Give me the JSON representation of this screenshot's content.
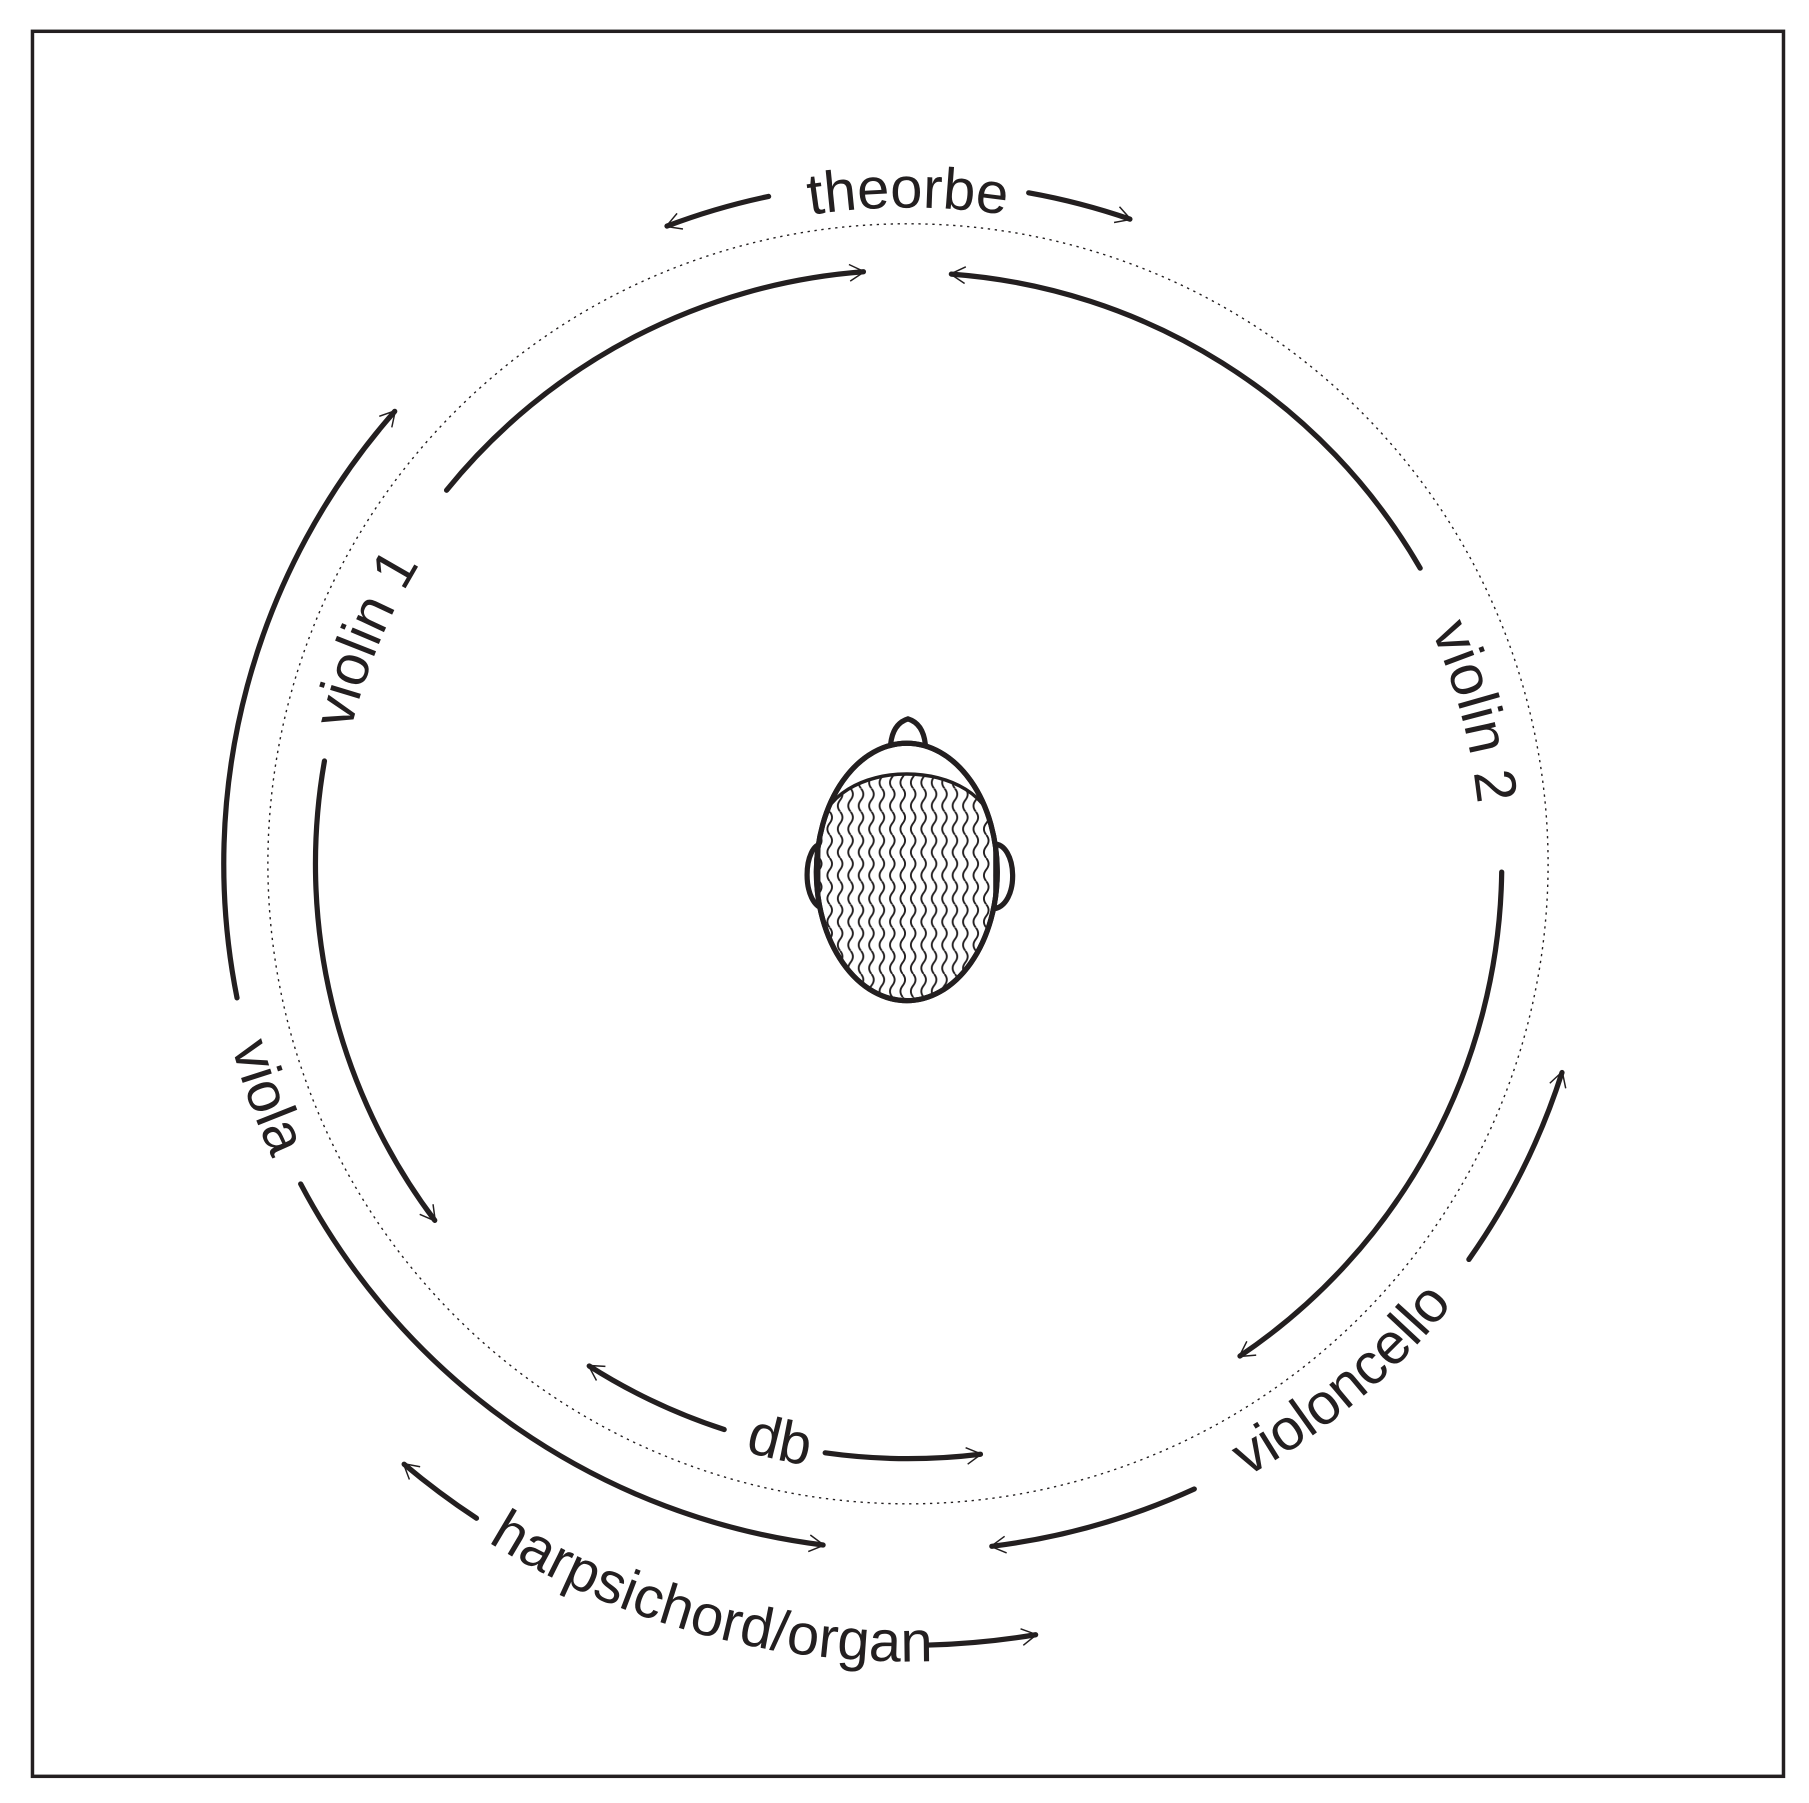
{
  "diagram": {
    "labels": {
      "theorbe": "theorbe",
      "violin1": "violin 1",
      "violin2": "violin 2",
      "viola": "viola",
      "violoncello": "violoncello",
      "db": "db",
      "harpsichord": "harpsichord/organ"
    },
    "center_figure": "listener-head-icon",
    "colors": {
      "ink": "#231f20",
      "background": "#ffffff"
    }
  }
}
